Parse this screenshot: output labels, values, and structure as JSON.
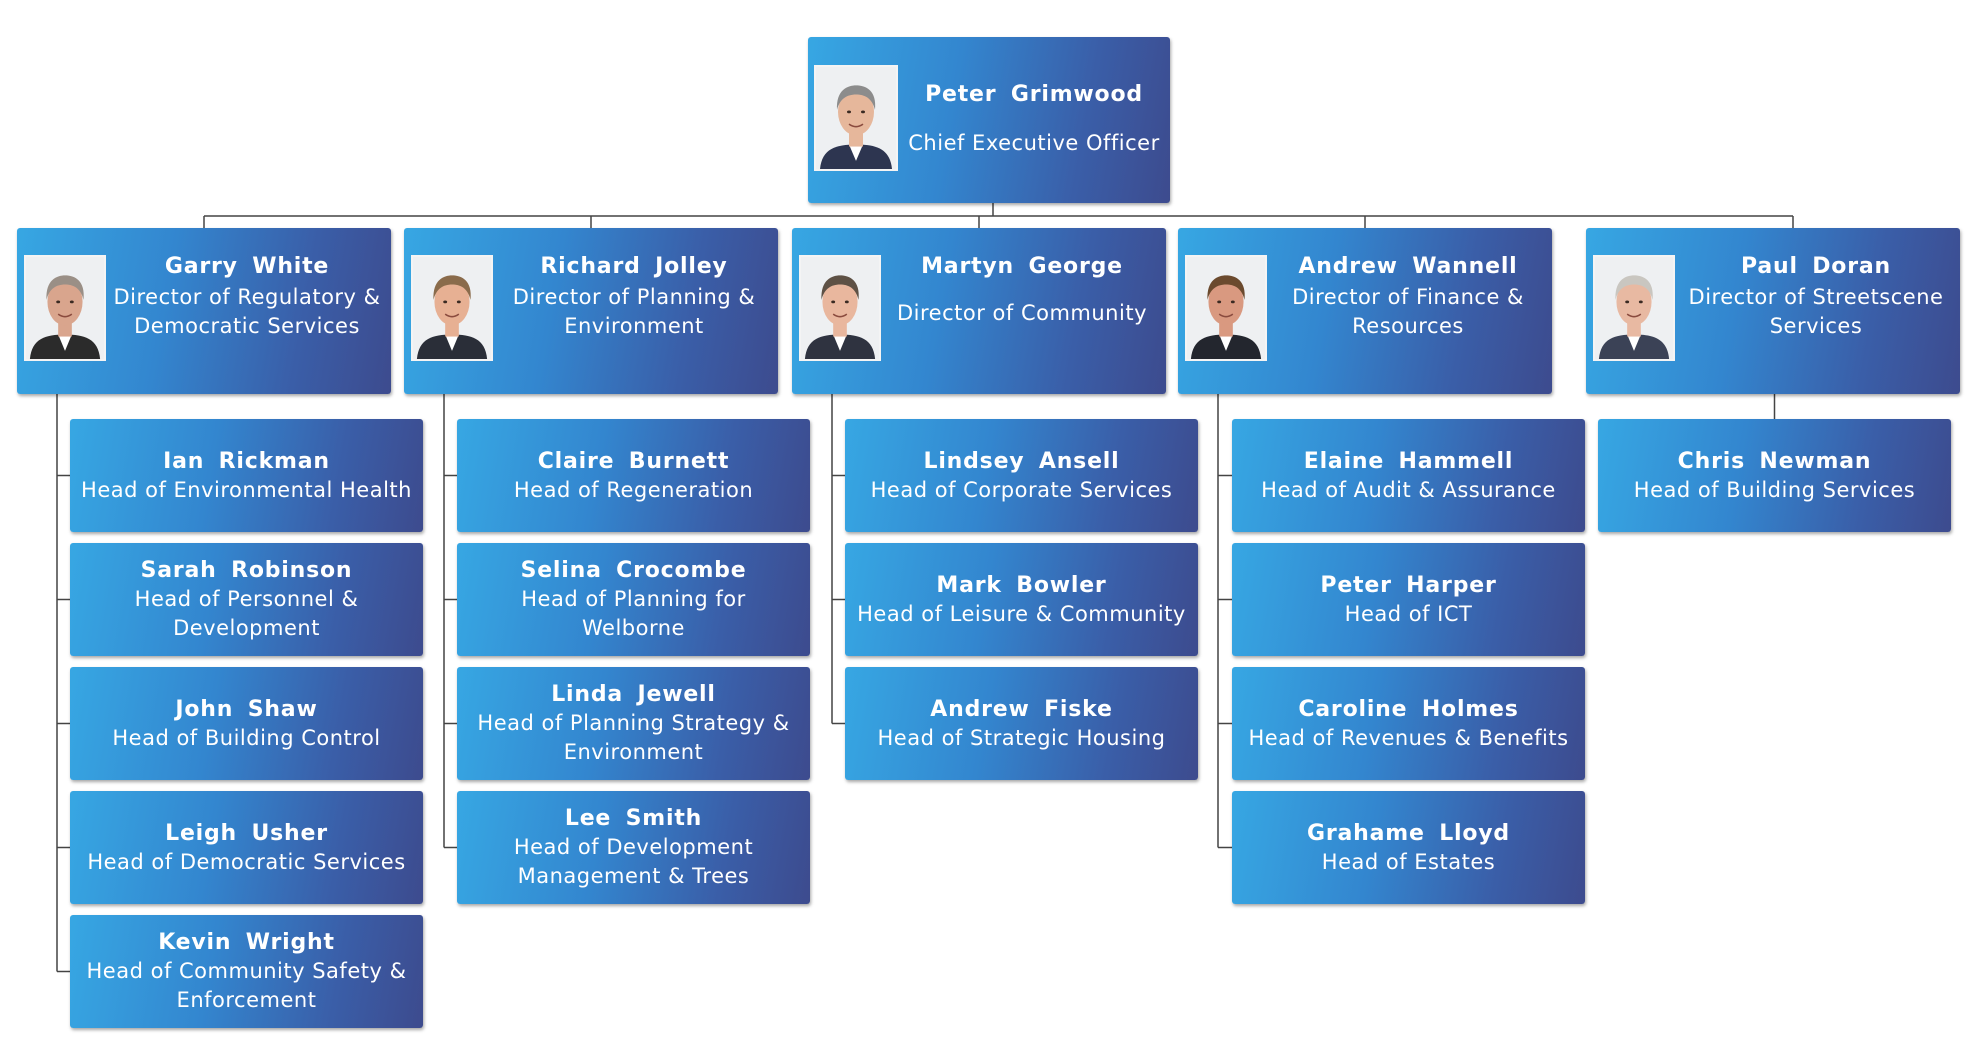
{
  "ceo": {
    "name": "Peter  Grimwood",
    "role": "Chief Executive Officer"
  },
  "directors": [
    {
      "name": "Garry  White",
      "role_lines": [
        "Director of Regulatory &",
        "Democratic Services"
      ],
      "reports": [
        {
          "name": "Ian  Rickman",
          "role_lines": [
            "Head of Environmental Health"
          ]
        },
        {
          "name": "Sarah  Robinson",
          "role_lines": [
            "Head of Personnel &",
            "Development"
          ]
        },
        {
          "name": "John  Shaw",
          "role_lines": [
            "Head of Building Control"
          ]
        },
        {
          "name": "Leigh  Usher",
          "role_lines": [
            "Head of Democratic Services"
          ]
        },
        {
          "name": "Kevin  Wright",
          "role_lines": [
            "Head of Community Safety &",
            "Enforcement"
          ]
        }
      ]
    },
    {
      "name": "Richard  Jolley",
      "role_lines": [
        "Director of Planning &",
        "Environment"
      ],
      "reports": [
        {
          "name": "Claire Burnett",
          "role_lines": [
            "Head of Regeneration"
          ]
        },
        {
          "name": "Selina Crocombe",
          "role_lines": [
            "Head of Planning for",
            "Welborne"
          ]
        },
        {
          "name": "Linda  Jewell",
          "role_lines": [
            "Head of Planning Strategy &",
            "Environment"
          ]
        },
        {
          "name": "Lee  Smith",
          "role_lines": [
            "Head of Development",
            "Management & Trees"
          ]
        }
      ]
    },
    {
      "name": "Martyn  George",
      "role_lines": [
        "Director of Community"
      ],
      "reports": [
        {
          "name": "Lindsey  Ansell",
          "role_lines": [
            "Head of Corporate Services"
          ]
        },
        {
          "name": "Mark  Bowler",
          "role_lines": [
            "Head of Leisure & Community"
          ]
        },
        {
          "name": "Andrew  Fiske",
          "role_lines": [
            "Head of Strategic Housing"
          ]
        }
      ]
    },
    {
      "name": "Andrew  Wannell",
      "role_lines": [
        "Director of Finance &",
        "Resources"
      ],
      "reports": [
        {
          "name": "Elaine  Hammell",
          "role_lines": [
            "Head of Audit & Assurance"
          ]
        },
        {
          "name": "Peter  Harper",
          "role_lines": [
            "Head of ICT"
          ]
        },
        {
          "name": "Caroline Holmes",
          "role_lines": [
            "Head of Revenues & Benefits"
          ]
        },
        {
          "name": "Grahame  Lloyd",
          "role_lines": [
            "Head of Estates"
          ]
        }
      ]
    },
    {
      "name": "Paul  Doran",
      "role_lines": [
        "Director of Streetscene",
        "Services"
      ],
      "reports": [
        {
          "name": "Chris  Newman",
          "role_lines": [
            "Head of Building Services"
          ]
        }
      ]
    }
  ],
  "colors": {
    "box_gradient_start": "#37a7e3",
    "box_gradient_end": "#3d4b8e",
    "text": "#ffffff",
    "connector": "#444444"
  },
  "photo_palettes": [
    {
      "skin": "#e6b79b",
      "hair": "#8c8c8c",
      "suit": "#2d3550"
    },
    {
      "skin": "#d9a58d",
      "hair": "#9a8f86",
      "suit": "#2b2b2b"
    },
    {
      "skin": "#e7b093",
      "hair": "#8a6b4b",
      "suit": "#2a2e38"
    },
    {
      "skin": "#e9b79e",
      "hair": "#5e5145",
      "suit": "#2f3340"
    },
    {
      "skin": "#d99980",
      "hair": "#6b4a2e",
      "suit": "#23262e"
    },
    {
      "skin": "#e8b9a2",
      "hair": "#c9c6c0",
      "suit": "#3b4256"
    }
  ]
}
